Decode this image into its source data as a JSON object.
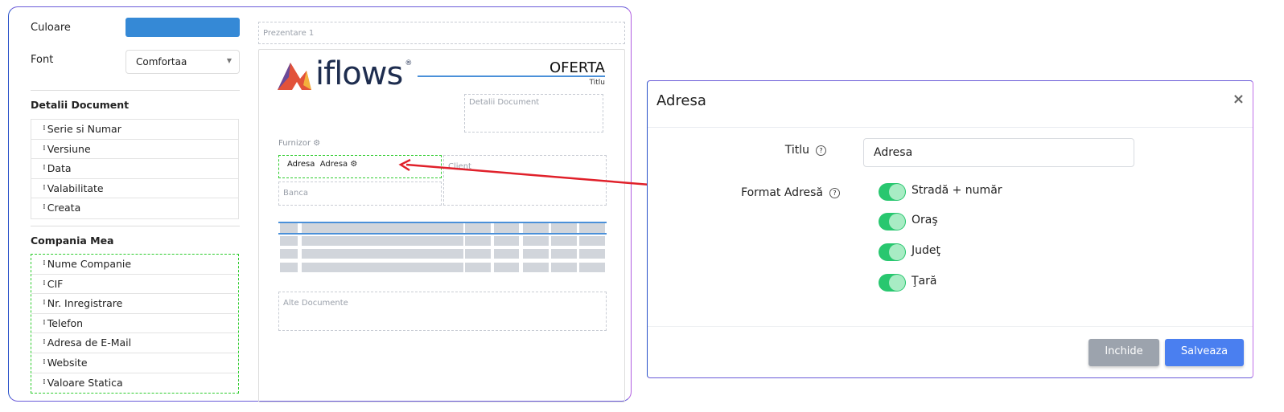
{
  "settings": {
    "color_label": "Culoare",
    "color_value": "#3589d6",
    "font_label": "Font",
    "font_value": "Comfortaa"
  },
  "document_details": {
    "title": "Detalii Document",
    "items": [
      "Serie si Numar",
      "Versiune",
      "Data",
      "Valabilitate",
      "Creata"
    ]
  },
  "my_company": {
    "title": "Compania Mea",
    "items": [
      "Nume Companie",
      "CIF",
      "Nr. Inregistrare",
      "Telefon",
      "Adresa de E-Mail",
      "Website",
      "Valoare Statica"
    ]
  },
  "preview": {
    "presentation": "Prezentare 1",
    "logo_text": "iflows",
    "logo_mark": "®",
    "doc_title": "OFERTA",
    "doc_subtitle": "Titlu",
    "details_box": "Detalii Document",
    "supplier": "Furnizor",
    "address_label": "Adresa",
    "address_value": "Adresa",
    "bank": "Banca",
    "client": "Client",
    "other_docs": "Alte Documente"
  },
  "modal": {
    "title": "Adresa",
    "close": "×",
    "title_label": "Titlu",
    "title_value": "Adresa",
    "format_label": "Format Adresă",
    "options": [
      {
        "label": "Stradă + număr",
        "on": true
      },
      {
        "label": "Oraş",
        "on": true
      },
      {
        "label": "Judeţ",
        "on": true
      },
      {
        "label": "Ţară",
        "on": true
      }
    ],
    "close_button": "Inchide",
    "save_button": "Salveaza"
  },
  "colors": {
    "accent": "#3589d6",
    "toggle": "#28c76f",
    "save": "#4a7ff0",
    "close": "#9ca3ad",
    "arrow": "#e0202a",
    "highlight": "#2ecc2e"
  }
}
